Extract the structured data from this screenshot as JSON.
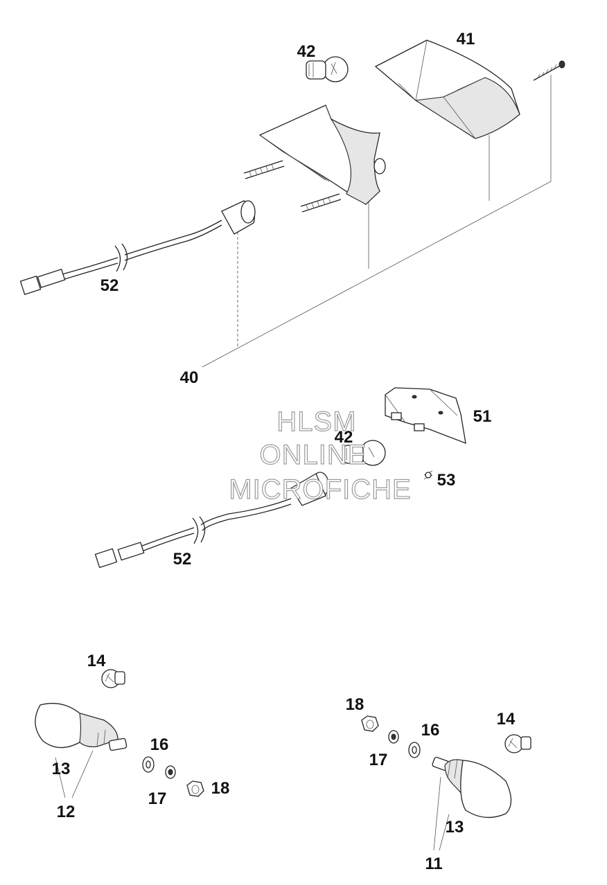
{
  "watermark": {
    "line1": "HLSM",
    "line2": "ONLINE",
    "line3": "MICROFICHE"
  },
  "callouts": {
    "p40": "40",
    "p41": "41",
    "p42_top": "42",
    "p42_mid": "42",
    "p51": "51",
    "p52_top": "52",
    "p52_mid": "52",
    "p53": "53",
    "p14_left": "14",
    "p14_right": "14",
    "p16_left": "16",
    "p16_right": "16",
    "p17_left": "17",
    "p17_right": "17",
    "p18_left": "18",
    "p18_right": "18",
    "p13_left": "13",
    "p13_right": "13",
    "p12": "12",
    "p11": "11"
  }
}
